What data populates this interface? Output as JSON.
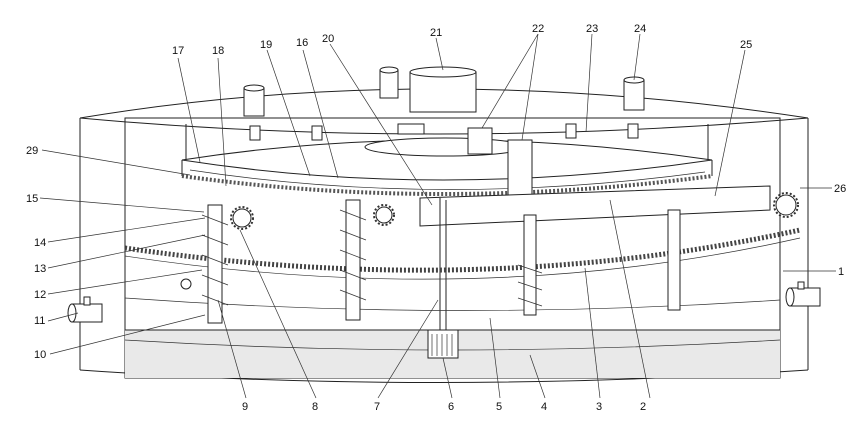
{
  "figure": {
    "labels": [
      "1",
      "2",
      "3",
      "4",
      "5",
      "6",
      "7",
      "8",
      "9",
      "10",
      "11",
      "12",
      "13",
      "14",
      "15",
      "16",
      "17",
      "18",
      "19",
      "20",
      "21",
      "22",
      "23",
      "24",
      "25",
      "26",
      "29"
    ]
  }
}
